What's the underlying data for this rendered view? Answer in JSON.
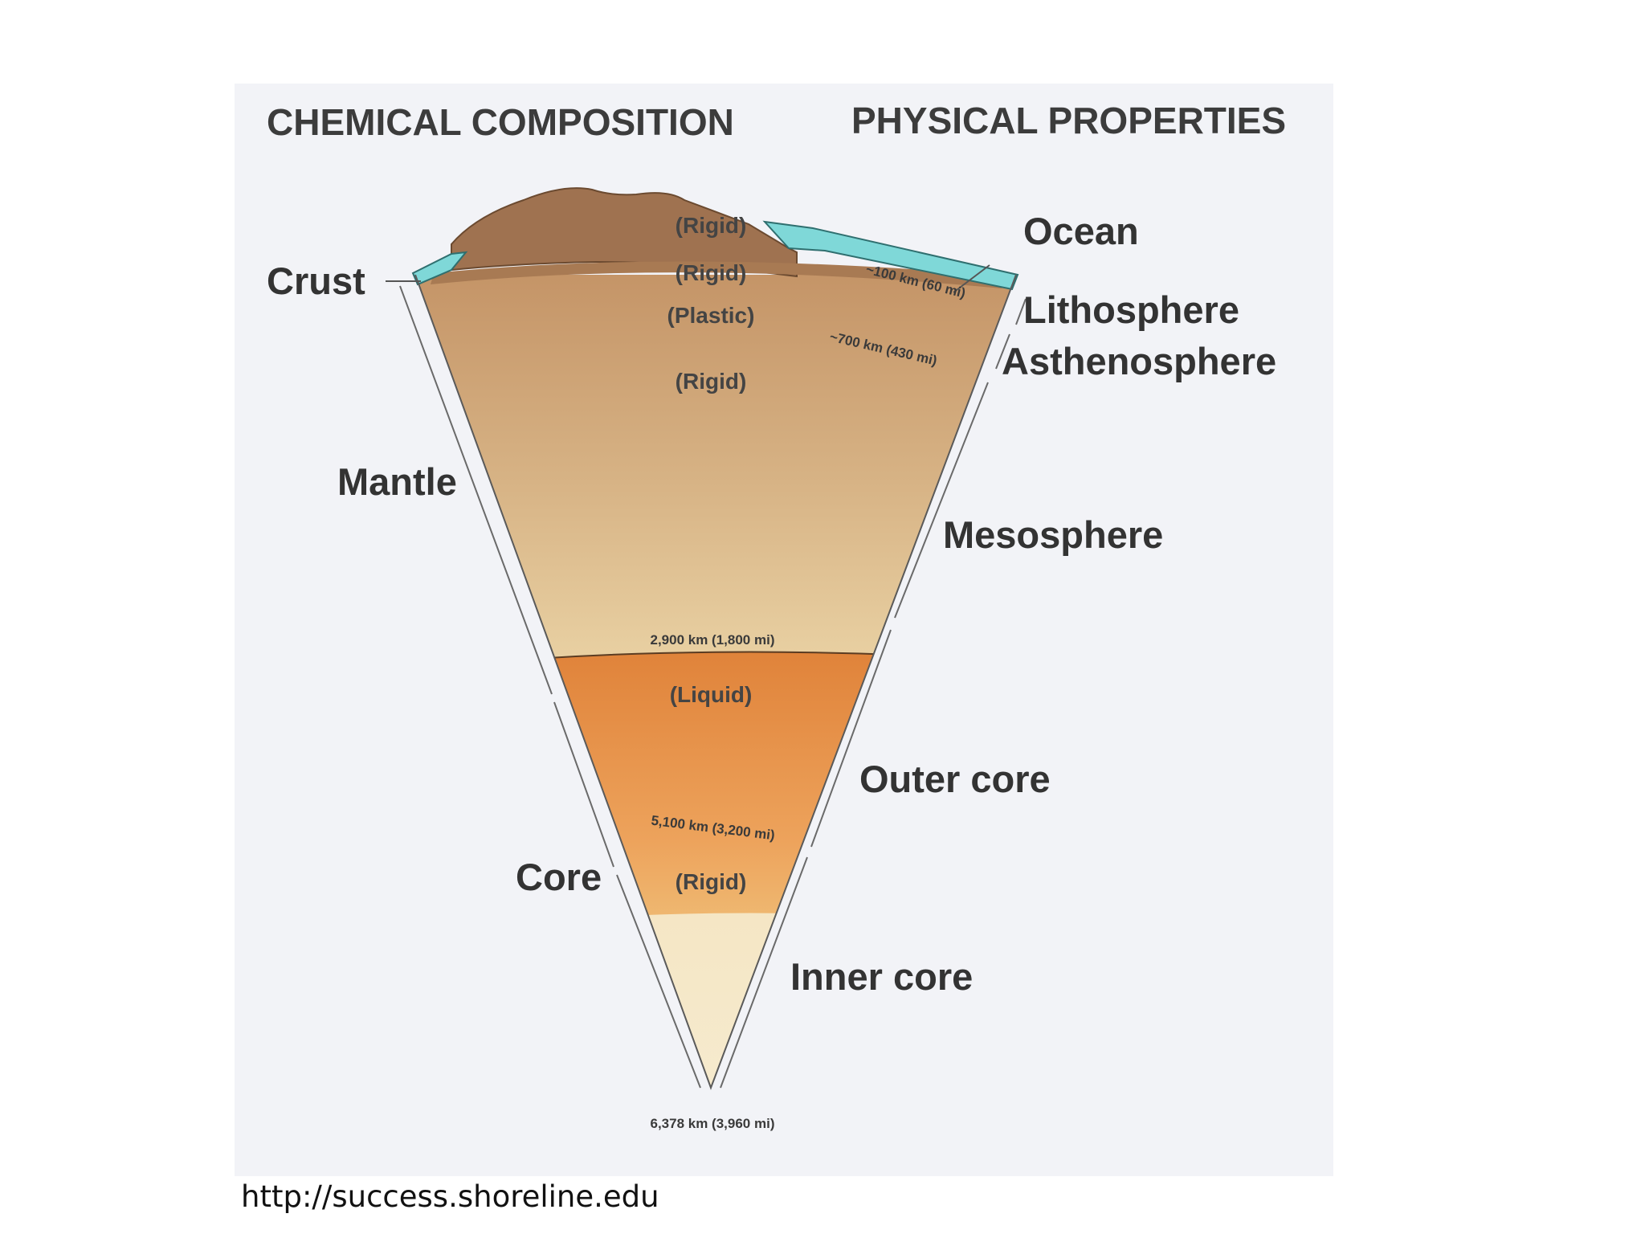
{
  "headers": {
    "chemical": "CHEMICAL COMPOSITION",
    "physical": "PHYSICAL PROPERTIES"
  },
  "chemical_labels": {
    "crust": "Crust",
    "mantle": "Mantle",
    "core": "Core"
  },
  "physical_labels": {
    "ocean": "Ocean",
    "lithosphere": "Lithosphere",
    "asthenosphere": "Asthenosphere",
    "mesosphere": "Mesosphere",
    "outer_core": "Outer core",
    "inner_core": "Inner core"
  },
  "states": {
    "crust": "(Rigid)",
    "lithosphere": "(Rigid)",
    "asthenosphere": "(Plastic)",
    "mesosphere": "(Rigid)",
    "outer_core": "(Liquid)",
    "inner_core": "(Rigid)"
  },
  "depths": {
    "lithosphere": "~100 km (60 mi)",
    "asthenosphere": "~700 km (430 mi)",
    "mantle": "2,900 km (1,800 mi)",
    "outer_core": "5,100 km (3,200 mi)",
    "center": "6,378 km (3,960 mi)"
  },
  "source": "http://success.shoreline.edu",
  "colors": {
    "ocean": "#7fd8d8",
    "crust": "#a5774f",
    "lithosphere": "#b5875a",
    "asthenosphere": "#dbbe87",
    "mesosphere": "#c49568",
    "outer_core": "#e48a3a",
    "inner_core": "#f0d9a4"
  }
}
